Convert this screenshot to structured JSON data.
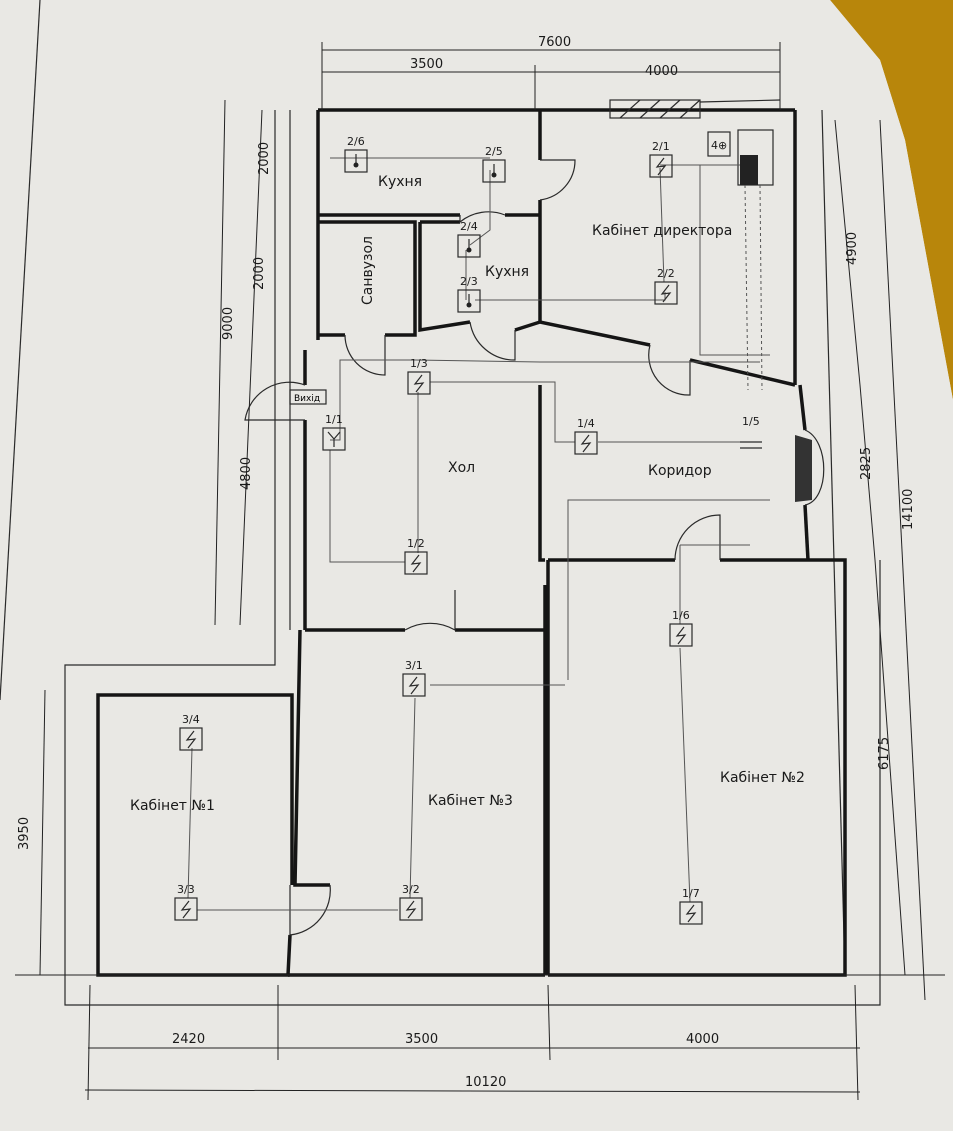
{
  "rooms": {
    "kitchen_upper": "Кухня",
    "kitchen_lower": "Кухня",
    "bathroom": "Санвузол",
    "director_office": "Кабінет директора",
    "hall": "Хол",
    "corridor": "Коридор",
    "office_1": "Кабінет №1",
    "office_2": "Кабінет №2",
    "office_3": "Кабінет №3",
    "exit": "Вихід"
  },
  "fixtures": [
    {
      "label": "2/6",
      "type": "lamp"
    },
    {
      "label": "2/5",
      "type": "lamp"
    },
    {
      "label": "2/4",
      "type": "lamp"
    },
    {
      "label": "2/3",
      "type": "lamp"
    },
    {
      "label": "2/1",
      "type": "socket"
    },
    {
      "label": "2/2",
      "type": "socket"
    },
    {
      "label": "1/1",
      "type": "antenna"
    },
    {
      "label": "1/2",
      "type": "socket"
    },
    {
      "label": "1/3",
      "type": "socket"
    },
    {
      "label": "1/4",
      "type": "socket"
    },
    {
      "label": "1/5",
      "type": "light-bar"
    },
    {
      "label": "1/6",
      "type": "socket"
    },
    {
      "label": "1/7",
      "type": "socket"
    },
    {
      "label": "3/1",
      "type": "socket"
    },
    {
      "label": "3/2",
      "type": "socket"
    },
    {
      "label": "3/3",
      "type": "socket"
    },
    {
      "label": "3/4",
      "type": "socket"
    }
  ],
  "dimensions": {
    "top_total": "7600",
    "top_left": "3500",
    "top_right": "4000",
    "left_kitchen": "2000",
    "left_bath": "2000",
    "left_hall": "4800",
    "left_total": "9000",
    "left_office1": "3950",
    "right_director": "4900",
    "right_corridor": "2825",
    "right_total": "14100",
    "right_office2": "6175",
    "bottom_office1": "2420",
    "bottom_office3": "3500",
    "bottom_office2": "4000",
    "bottom_total": "10120"
  },
  "colors": {
    "paper": "#e9e8e4",
    "line": "#151515",
    "background": "#b8860b"
  }
}
